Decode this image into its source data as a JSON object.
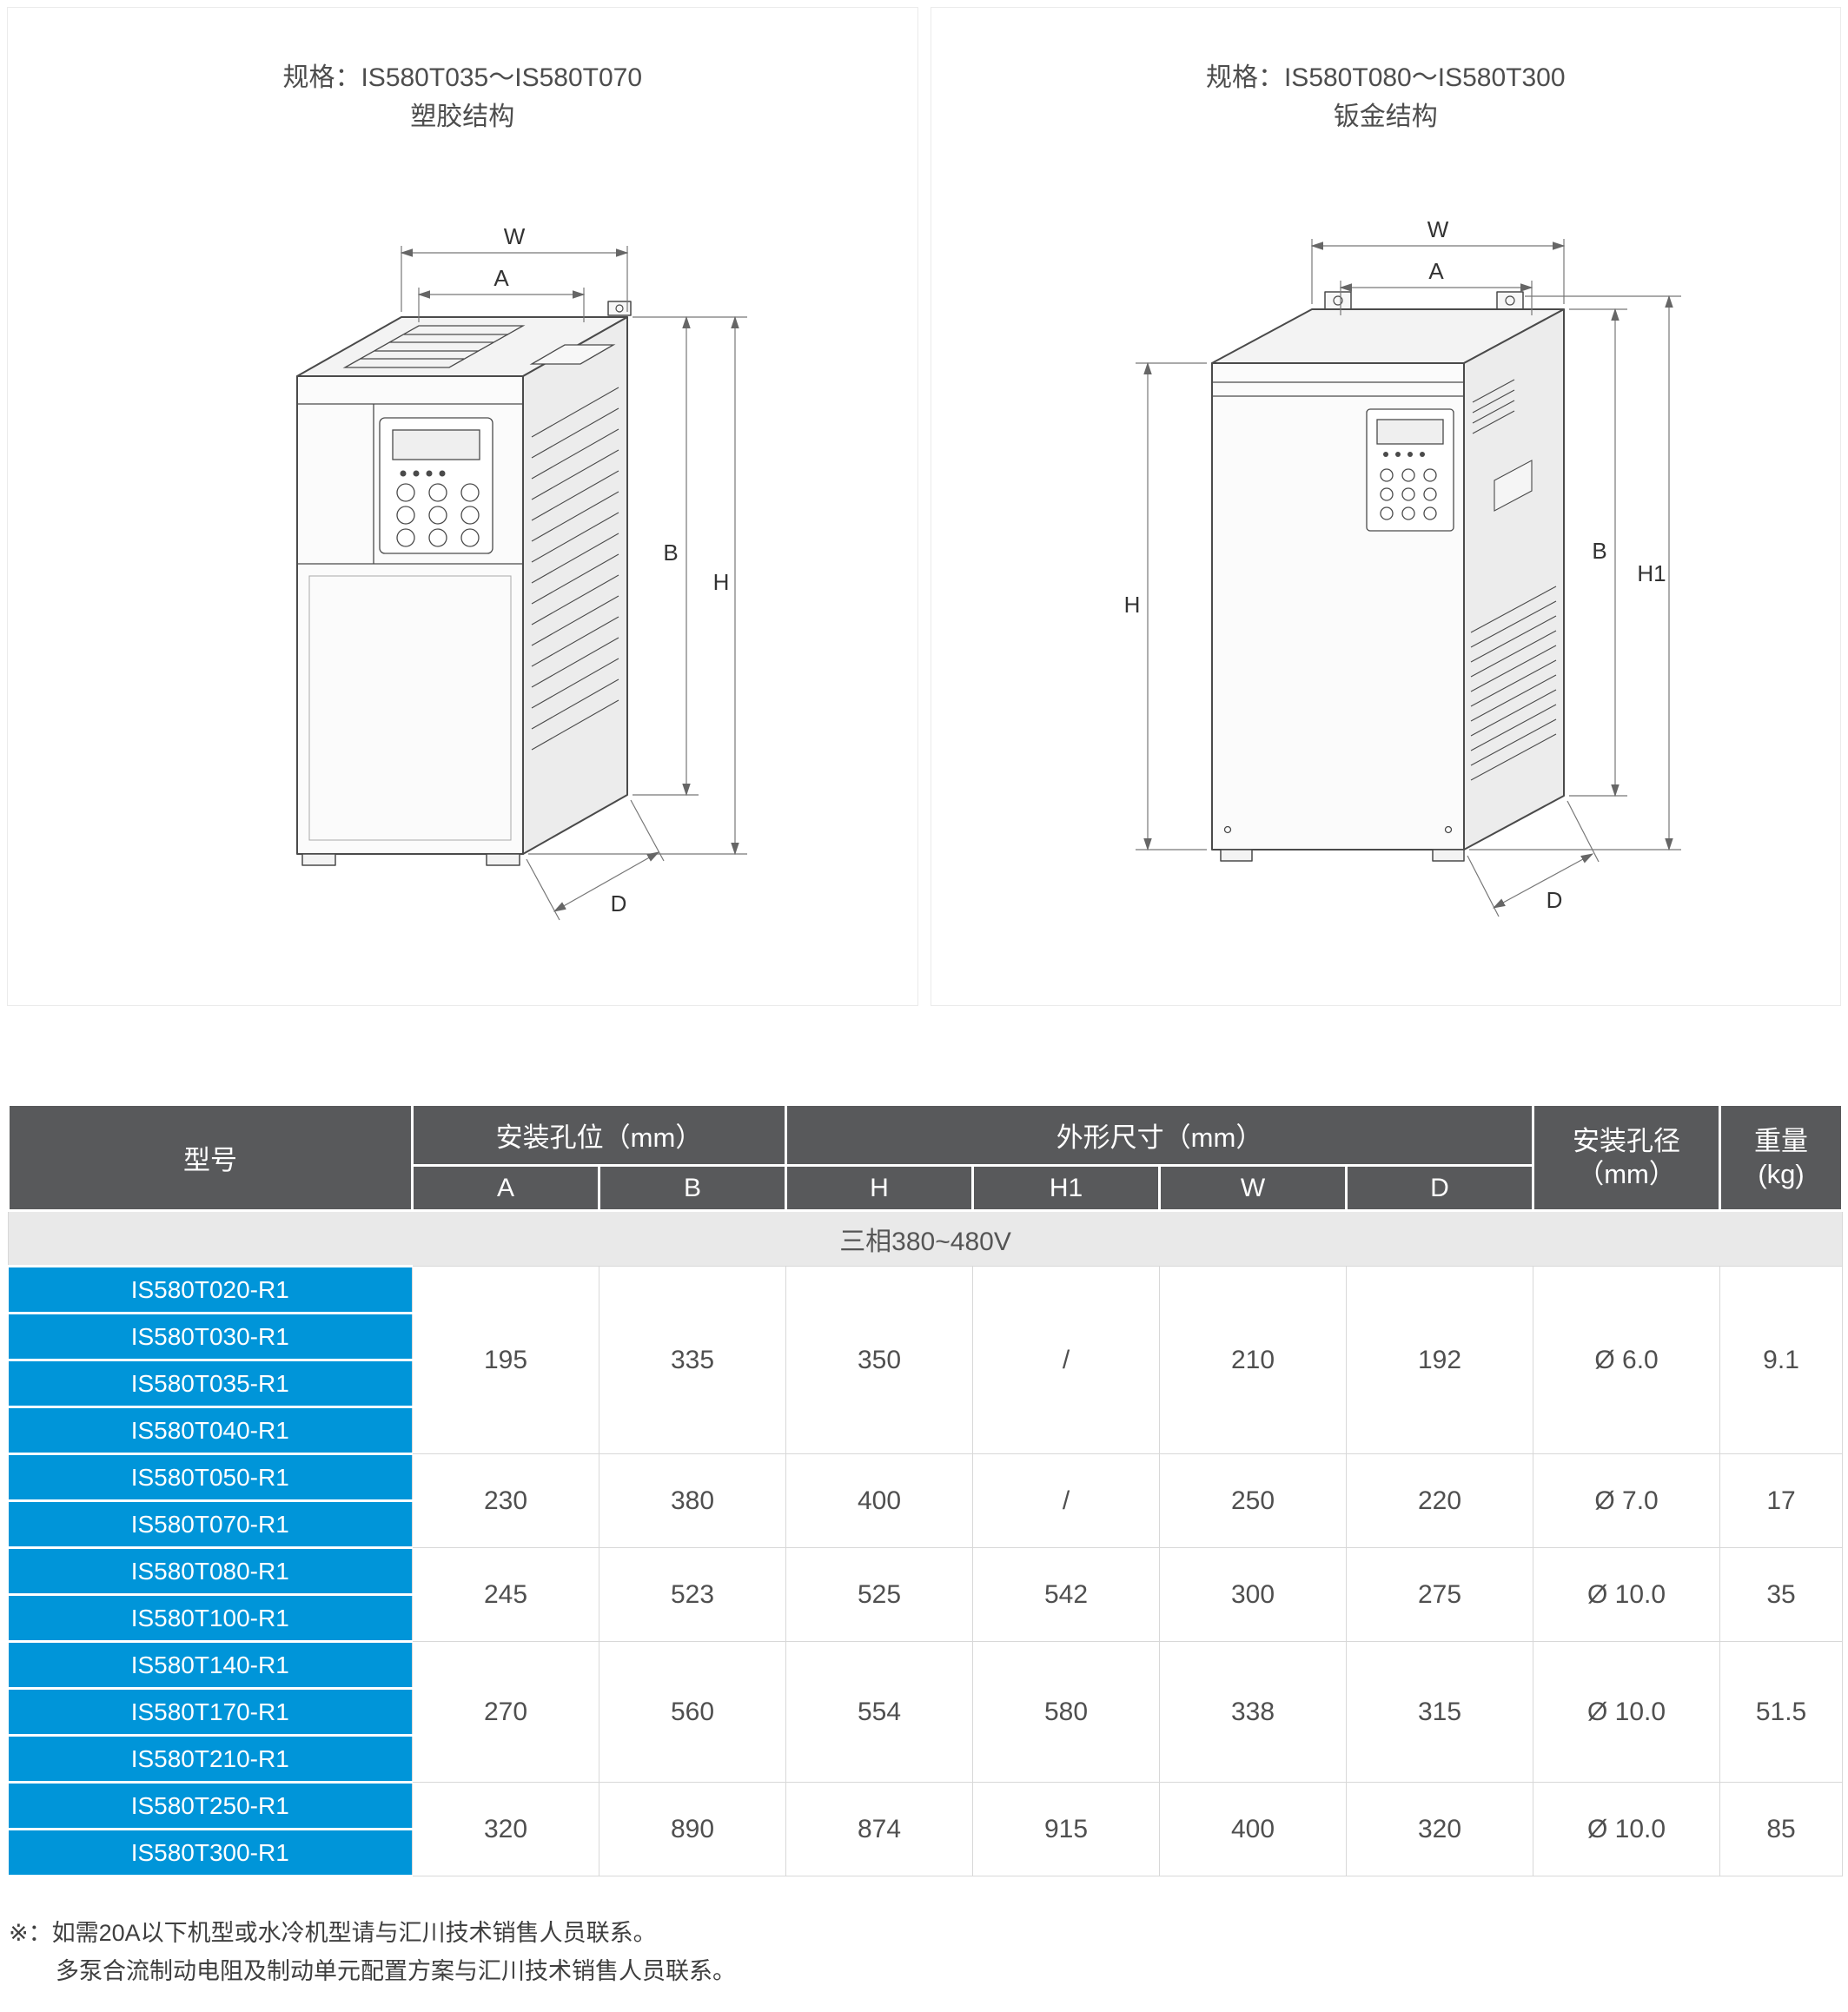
{
  "panels": {
    "left": {
      "title": "规格：IS580T035～IS580T070",
      "subtitle": "塑胶结构",
      "dims": {
        "W": "W",
        "A": "A",
        "B": "B",
        "H": "H",
        "D": "D"
      }
    },
    "right": {
      "title": "规格：IS580T080～IS580T300",
      "subtitle": "钣金结构",
      "dims": {
        "W": "W",
        "A": "A",
        "H": "H",
        "B": "B",
        "H1": "H1",
        "D": "D"
      }
    }
  },
  "table": {
    "headers": {
      "model": "型号",
      "mounting_holes": "安装孔位（mm）",
      "outline": "外形尺寸（mm）",
      "hole_dia_line1": "安装孔径",
      "hole_dia_line2": "（mm）",
      "weight_line1": "重量",
      "weight_line2": "(kg)",
      "sub_a": "A",
      "sub_b": "B",
      "sub_h": "H",
      "sub_h1": "H1",
      "sub_w": "W",
      "sub_d": "D"
    },
    "band": "三相380~480V",
    "groups": [
      {
        "models": [
          "IS580T020-R1",
          "IS580T030-R1",
          "IS580T035-R1",
          "IS580T040-R1"
        ],
        "A": "195",
        "B": "335",
        "H": "350",
        "H1": "/",
        "W": "210",
        "D": "192",
        "hole": "Ø 6.0",
        "weight": "9.1"
      },
      {
        "models": [
          "IS580T050-R1",
          "IS580T070-R1"
        ],
        "A": "230",
        "B": "380",
        "H": "400",
        "H1": "/",
        "W": "250",
        "D": "220",
        "hole": "Ø 7.0",
        "weight": "17"
      },
      {
        "models": [
          "IS580T080-R1",
          "IS580T100-R1"
        ],
        "A": "245",
        "B": "523",
        "H": "525",
        "H1": "542",
        "W": "300",
        "D": "275",
        "hole": "Ø 10.0",
        "weight": "35"
      },
      {
        "models": [
          "IS580T140-R1",
          "IS580T170-R1",
          "IS580T210-R1"
        ],
        "A": "270",
        "B": "560",
        "H": "554",
        "H1": "580",
        "W": "338",
        "D": "315",
        "hole": "Ø 10.0",
        "weight": "51.5"
      },
      {
        "models": [
          "IS580T250-R1",
          "IS580T300-R1"
        ],
        "A": "320",
        "B": "890",
        "H": "874",
        "H1": "915",
        "W": "400",
        "D": "320",
        "hole": "Ø 10.0",
        "weight": "85"
      }
    ]
  },
  "notes": {
    "line1": "※：如需20A以下机型或水冷机型请与汇川技术销售人员联系。",
    "line2": "多泵合流制动电阻及制动单元配置方案与汇川技术销售人员联系。"
  },
  "colors": {
    "brand_blue": "#0095d9",
    "header_gray": "#58595b",
    "band_gray": "#e9e9e9"
  }
}
